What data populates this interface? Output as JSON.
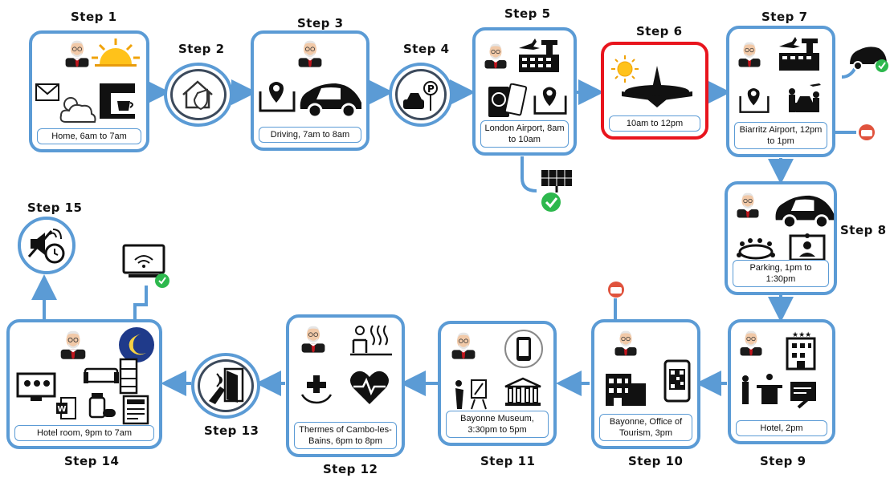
{
  "steps": [
    {
      "label": "Step 1",
      "caption": "Home, 6am to 7am"
    },
    {
      "label": "Step 2"
    },
    {
      "label": "Step 3",
      "caption": "Driving, 7am to 8am"
    },
    {
      "label": "Step 4"
    },
    {
      "label": "Step 5",
      "caption": "London Airport, 8am to 10am"
    },
    {
      "label": "Step 6",
      "caption": "10am to 12pm"
    },
    {
      "label": "Step 7",
      "caption": "Biarritz Airport, 12pm to 1pm"
    },
    {
      "label": "Step 8",
      "caption": "Parking, 1pm to 1:30pm"
    },
    {
      "label": "Step 9",
      "caption": "Hotel, 2pm"
    },
    {
      "label": "Step 10",
      "caption": "Bayonne, Office of Tourism, 3pm"
    },
    {
      "label": "Step 11",
      "caption": "Bayonne Museum, 3:30pm to 5pm"
    },
    {
      "label": "Step 12",
      "caption": "Thermes of Cambo-les-Bains, 6pm to 8pm"
    },
    {
      "label": "Step 13"
    },
    {
      "label": "Step 14",
      "caption": "Hotel room, 9pm to 7am"
    },
    {
      "label": "Step 15"
    }
  ],
  "colors": {
    "border": "#5b9bd5",
    "highlight": "#e8141d",
    "ok": "#2db84d",
    "alarm": "#e0533d"
  }
}
